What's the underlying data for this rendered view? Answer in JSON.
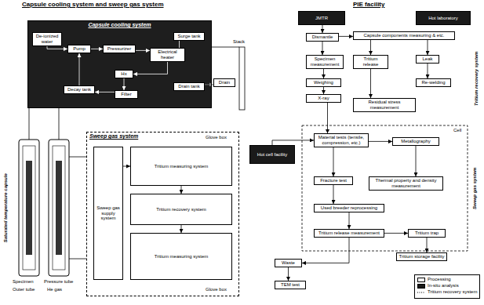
{
  "diagram": {
    "nodes": [
      {
        "text": [
          "Capsule cooling system"
        ]
      },
      {
        "text": [
          "De-ionized water"
        ],
        "in": 0
      },
      {
        "text": [
          "Surge tank"
        ],
        "in": 0
      },
      {
        "text": [
          "Pump"
        ],
        "in": 0
      },
      {
        "text": [
          "Pressurizer"
        ],
        "in": 0
      },
      {
        "text": [
          "Electrical heater"
        ],
        "in": 0
      },
      {
        "text": [
          "Hx"
        ],
        "in": 0
      },
      {
        "text": [
          "Decay tank"
        ],
        "in": 0
      },
      {
        "text": [
          "Filter"
        ],
        "in": 0
      },
      {
        "text": [
          "Drain tank"
        ],
        "in": 0
      },
      {
        "text": [
          "Drain"
        ]
      },
      {
        "text": [
          "Sweep gas system"
        ]
      },
      {
        "text": [
          "Tritium measuring system"
        ],
        "in": 11
      },
      {
        "text": [
          "Tritium recovery system"
        ],
        "in": 11
      },
      {
        "text": [
          "Tritium measuring system"
        ],
        "in": 11
      },
      {
        "text": [
          "Sweep gas supply system"
        ],
        "in": 11
      },
      {
        "text": [
          "JMTR"
        ]
      },
      {
        "text": [
          "Hot laboratory"
        ]
      },
      {
        "text": [
          "Dismantle"
        ]
      },
      {
        "text": [
          "Capsule components measuring & etc."
        ]
      },
      {
        "text": [
          "Tritium release"
        ]
      },
      {
        "text": [
          "Leak"
        ]
      },
      {
        "text": [
          "Specimen measurement"
        ]
      },
      {
        "text": [
          "Weighing"
        ]
      },
      {
        "text": [
          "X-ray"
        ]
      },
      {
        "text": [
          "Re-welding"
        ]
      },
      {
        "text": [
          "Residual stress measurement"
        ]
      },
      {
        "text": [
          "Hot cell facility"
        ]
      },
      {
        "text": [
          "Material tests (tensile, compression, etc.)"
        ]
      },
      {
        "text": [
          "Metallography"
        ]
      },
      {
        "text": [
          "Fracture test"
        ]
      },
      {
        "text": [
          "Thermal property and density measurement"
        ]
      },
      {
        "text": [
          "Used breeder reprocessing"
        ]
      },
      {
        "text": [
          "Tritium release measurement"
        ]
      },
      {
        "text": [
          "Tritium trap"
        ]
      },
      {
        "text": [
          "Tritium storage facility"
        ]
      },
      {
        "text": [
          "Waste"
        ]
      },
      {
        "text": [
          "TEM test"
        ]
      }
    ],
    "edges": [
      {
        "from": 1,
        "to": 3,
        "arrow": "to"
      },
      {
        "from": 3,
        "to": 4,
        "arrow": "to"
      },
      {
        "from": 4,
        "to": 5,
        "arrow": "to"
      },
      {
        "from": 2,
        "to": 5,
        "arrow": "none"
      },
      {
        "from": 5,
        "to": 6,
        "arrow": "to"
      },
      {
        "from": 6,
        "to": 8,
        "arrow": "to"
      },
      {
        "from": 8,
        "to": 7,
        "arrow": "to"
      },
      {
        "from": 7,
        "to": 3,
        "arrow": "to"
      },
      {
        "from": 9,
        "to": 10,
        "arrow": "to"
      },
      {
        "from": 15,
        "to": 12,
        "arrow": "to"
      },
      {
        "from": 12,
        "to": 13,
        "arrow": "to"
      },
      {
        "from": 13,
        "to": 14,
        "arrow": "to"
      },
      {
        "from": 16,
        "to": 18,
        "arrow": "to"
      },
      {
        "from": 18,
        "to": 19,
        "arrow": "to"
      },
      {
        "from": 18,
        "to": 22,
        "arrow": "to"
      },
      {
        "from": 19,
        "to": 20,
        "arrow": "to"
      },
      {
        "from": 19,
        "to": 21,
        "arrow": "to"
      },
      {
        "from": 21,
        "to": 25,
        "arrow": "to"
      },
      {
        "from": 22,
        "to": 23,
        "arrow": "to"
      },
      {
        "from": 23,
        "to": 24,
        "arrow": "to"
      },
      {
        "from": 20,
        "to": 26,
        "arrow": "to"
      },
      {
        "from": 24,
        "to": 28,
        "arrow": "to"
      },
      {
        "from": 27,
        "to": 28,
        "arrow": "to"
      },
      {
        "from": 28,
        "to": 29,
        "arrow": "to"
      },
      {
        "from": 28,
        "to": 30,
        "arrow": "to"
      },
      {
        "from": 29,
        "to": 31,
        "arrow": "to"
      },
      {
        "from": 30,
        "to": 32,
        "arrow": "to"
      },
      {
        "from": 32,
        "to": 33,
        "arrow": "to"
      },
      {
        "from": 33,
        "to": 34,
        "arrow": "to"
      },
      {
        "from": 34,
        "to": 35,
        "arrow": "to"
      },
      {
        "from": 33,
        "to": 36,
        "arrow": "to"
      },
      {
        "from": 36,
        "to": 37,
        "arrow": "to"
      }
    ],
    "labels": [
      "Capsule cooling system and sweep gas system",
      "PIE facility",
      "Stack",
      "Glove box",
      "Glove box",
      "Saturated temperature capsule",
      "Specimen",
      "Pressure tube",
      "Outer tube",
      "He gas",
      "Cell",
      "Tritium recovery system",
      "Sweep gas system"
    ],
    "legend": [
      {
        "text": "Processing",
        "color": "#ffffff"
      },
      {
        "text": "In-situ analysis",
        "color": "#1a1a1a"
      },
      {
        "text": "Tritium recovery system"
      }
    ]
  }
}
